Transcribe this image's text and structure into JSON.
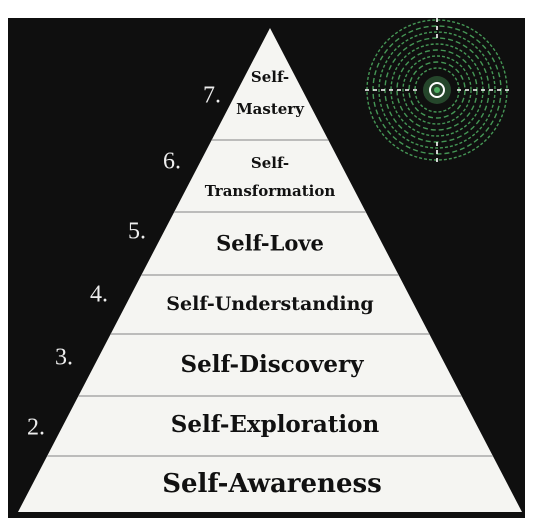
{
  "colors": {
    "background": "#0f0f0f",
    "pyramid": "#f5f5f2",
    "divider": "#9a9a9a",
    "label": "#111111",
    "number": "#eeeeee",
    "labyrinth": "#4fae62",
    "labyrinth_center": "#ffffff"
  },
  "levels": [
    {
      "number": "7.",
      "lines": [
        "Self-",
        "Mastery"
      ]
    },
    {
      "number": "6.",
      "lines": [
        "Self-",
        "Transformation"
      ]
    },
    {
      "number": "5.",
      "lines": [
        "Self-Love"
      ]
    },
    {
      "number": "4.",
      "lines": [
        "Self-Understanding"
      ]
    },
    {
      "number": "3.",
      "lines": [
        "Self-Discovery"
      ]
    },
    {
      "number": "2.",
      "lines": [
        "Self-Exploration"
      ]
    },
    {
      "number": "",
      "lines": [
        "Self-Awareness"
      ]
    }
  ],
  "decoration": {
    "icon": "labyrinth-icon"
  }
}
